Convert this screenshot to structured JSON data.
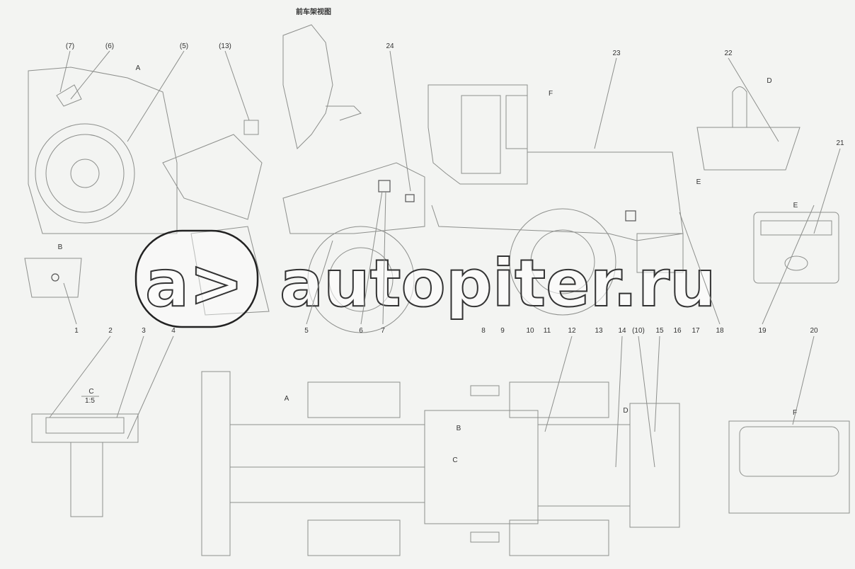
{
  "title": "前车架视图",
  "callouts_top": [
    "(7)",
    "(6)",
    "(5)",
    "(13)",
    "24",
    "23",
    "22",
    "21"
  ],
  "callouts_bottom": [
    "1",
    "2",
    "3",
    "4",
    "5",
    "6",
    "7",
    "8",
    "9",
    "10",
    "11",
    "12",
    "13",
    "14",
    "(10)",
    "15",
    "16",
    "17",
    "18",
    "19",
    "20"
  ],
  "view_labels": [
    "A",
    "F",
    "E",
    "D",
    "E",
    "B",
    "C",
    "1:5",
    "A",
    "B",
    "C",
    "D",
    "F"
  ],
  "watermark": {
    "logo": "a>",
    "text": "autopiter.ru"
  }
}
